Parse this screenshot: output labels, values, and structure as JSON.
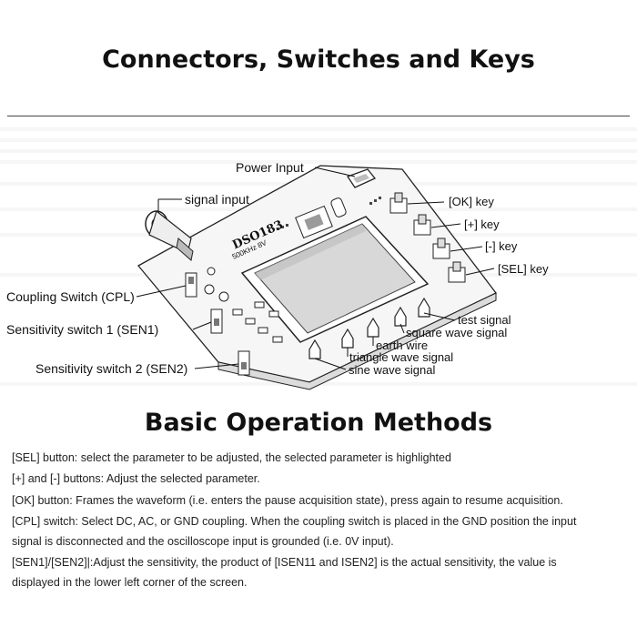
{
  "header": {
    "title": "Connectors, Switches and Keys"
  },
  "diagram": {
    "board_brand": "DSO183",
    "board_spec": "500KHz 8V",
    "labels": {
      "power_input": "Power Input",
      "signal_input": "signal input",
      "ok_key": "[OK] key",
      "plus_key": "[+] key",
      "minus_key": "[-] key",
      "sel_key": "[SEL] key",
      "cpl": "Coupling Switch (CPL)",
      "sen1": "Sensitivity switch 1 (SEN1)",
      "sen2": "Sensitivity switch 2 (SEN2)",
      "test_signal": "test signal",
      "square_wave": "square wave signal",
      "earth_wire": "earth wire",
      "triangle_wave": "triangle wave signal",
      "sine_wave": "sine wave signal"
    }
  },
  "section2": {
    "title": "Basic Operation Methods",
    "paragraphs": [
      "[SEL] button: select the parameter to be adjusted, the selected parameter is highlighted",
      "[+] and [-] buttons: Adjust the selected parameter.",
      "[OK] button: Frames the waveform (i.e. enters the pause acquisition state), press again to resume acquisition.",
      "[CPL] switch: Select DC, AC, or GND coupling. When the coupling switch is placed in the GND position the input",
      "signal is disconnected and the oscilloscope input is grounded (i.e. 0V input).",
      "[SEN1]/[SEN2]|:Adjust the sensitivity, the product of [ISEN11 and ISEN2] is the actual sensitivity, the value is",
      "displayed in the lower left corner of the screen."
    ]
  }
}
